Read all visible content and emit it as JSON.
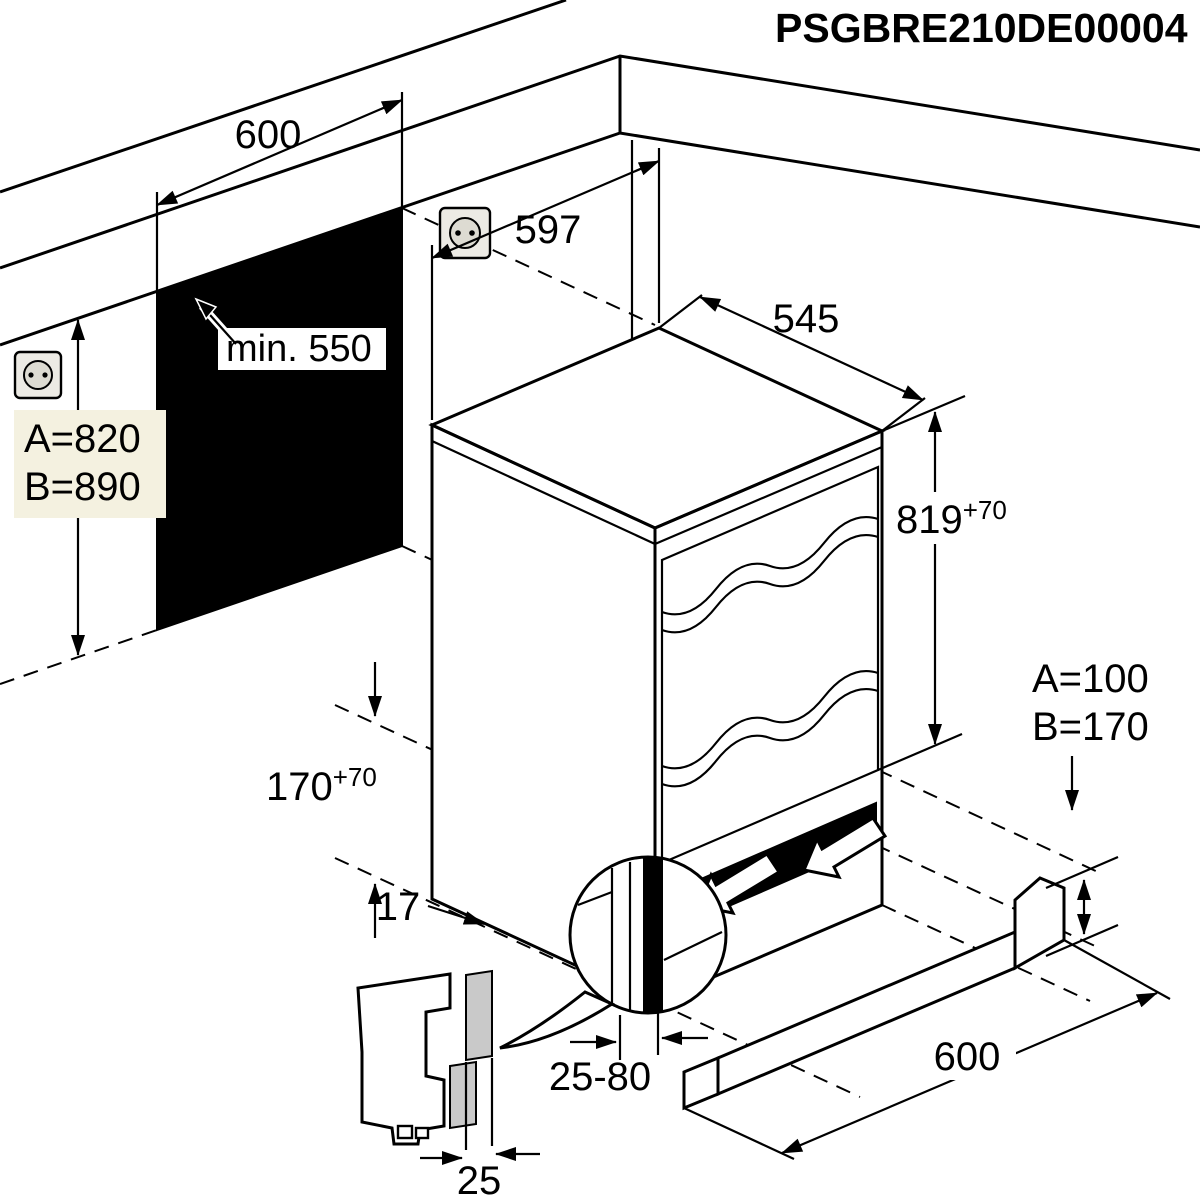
{
  "title": "PSGBRE210DE00004",
  "dims": {
    "niche_width": "600",
    "niche_depth": "min. 550",
    "appliance_width": "597",
    "appliance_depth": "545",
    "niche_height_a": "A=820",
    "niche_height_b": "B=890",
    "appliance_height": "819",
    "appliance_height_tol": "+70",
    "plinth_height": "170",
    "plinth_height_tol": "+70",
    "plinth_setback": "17",
    "rail_pos_a": "A=100",
    "rail_pos_b": "B=170",
    "door_gap": "25-80",
    "rail_length": "600",
    "panel_thickness": "25"
  },
  "colors": {
    "line": "#000000",
    "paper": "#ffffff",
    "label_highlight": "#f4f1e0",
    "socket_plate": "#eceae4",
    "panel_grey": "#c9c9c9"
  }
}
